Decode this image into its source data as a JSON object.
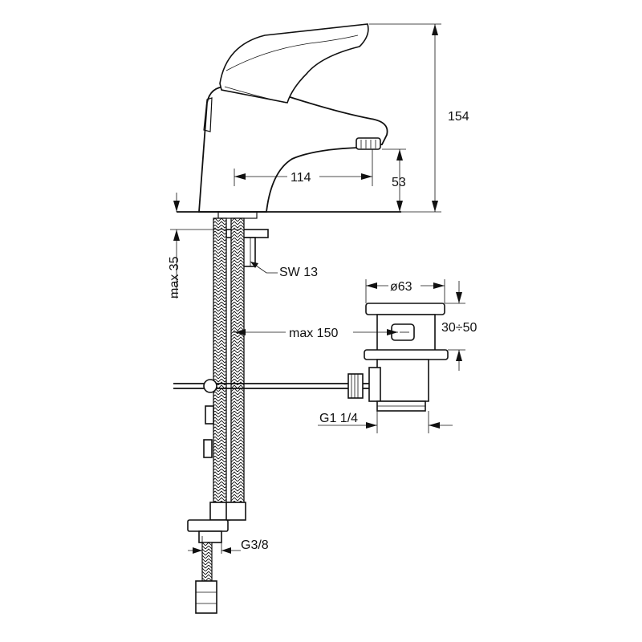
{
  "dimensions": {
    "total_height": "154",
    "spout_reach": "114",
    "spout_height": "53",
    "max_35": "max 35",
    "wrench_size": "SW 13",
    "max_150": "max 150",
    "waste_diameter": "ø63",
    "waste_range": "30÷50",
    "waste_thread": "G1 1/4",
    "hose_thread": "G3/8"
  }
}
